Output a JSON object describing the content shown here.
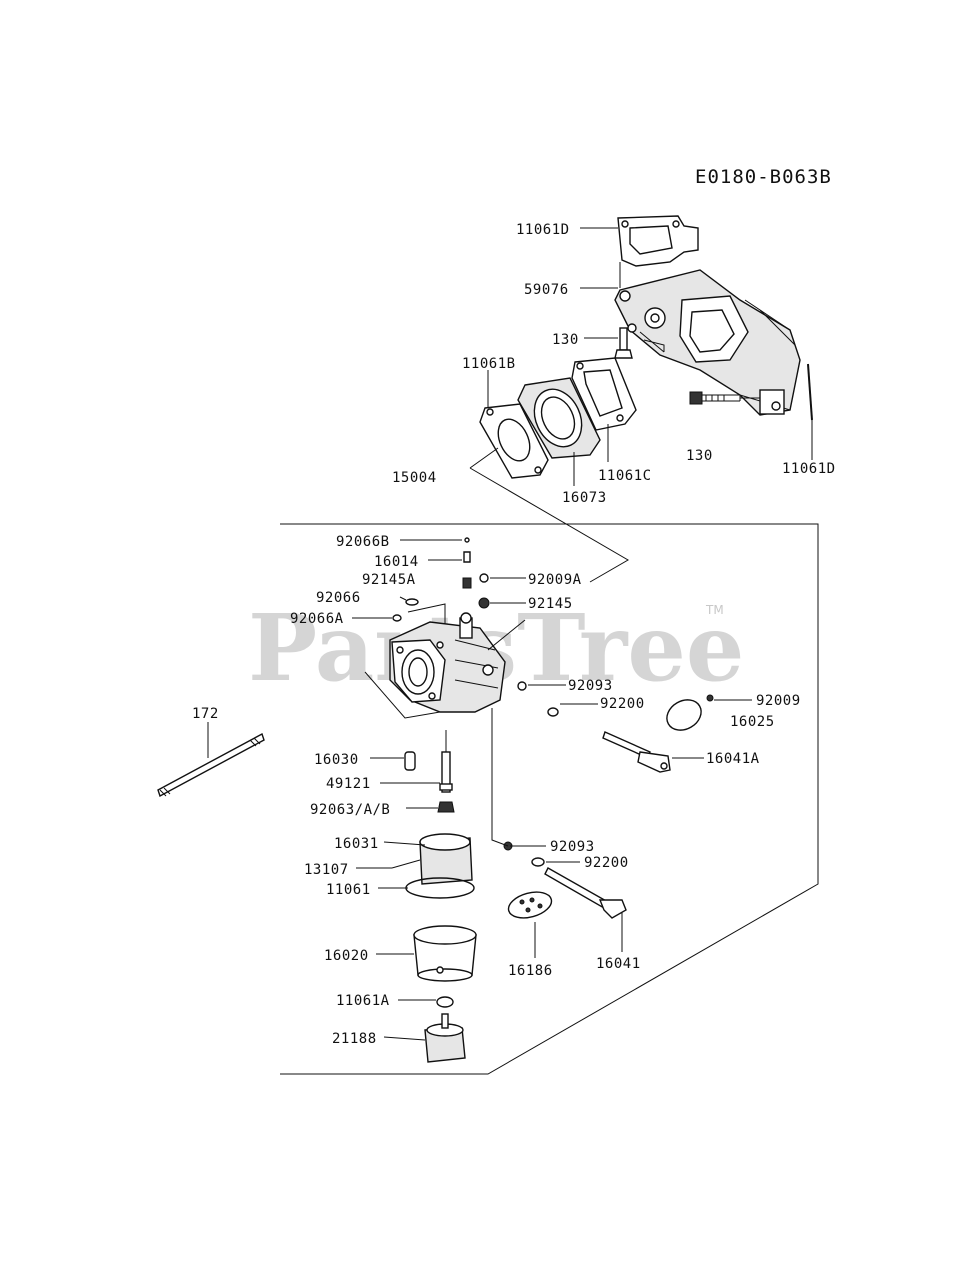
{
  "diagram": {
    "code": "E0180-B063B",
    "watermark": "PartsTree",
    "trademark": "TM",
    "labels": {
      "p11061D_top": "11061D",
      "p59076": "59076",
      "p130_a": "130",
      "p11061B": "11061B",
      "p130_b": "130",
      "p11061C": "11061C",
      "p16073": "16073",
      "p11061D_right": "11061D",
      "p15004": "15004",
      "p92066B": "92066B",
      "p16014": "16014",
      "p92145A": "92145A",
      "p92009A": "92009A",
      "p92066": "92066",
      "p92145": "92145",
      "p92066A": "92066A",
      "p92093_a": "92093",
      "p92200_a": "92200",
      "p92009": "92009",
      "p16025": "16025",
      "p172": "172",
      "p16041A": "16041A",
      "p16030": "16030",
      "p49121": "49121",
      "p92063": "92063/A/B",
      "p16031": "16031",
      "p92093_b": "92093",
      "p13107": "13107",
      "p92200_b": "92200",
      "p11061": "11061",
      "p16020": "16020",
      "p16186": "16186",
      "p16041": "16041",
      "p11061A": "11061A",
      "p21188": "21188"
    }
  }
}
